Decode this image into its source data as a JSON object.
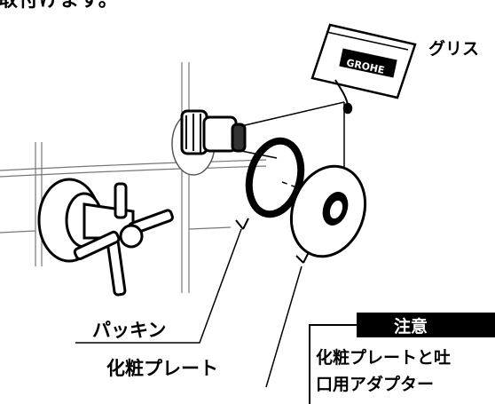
{
  "header": {
    "cut_text": "取付けます。"
  },
  "labels": {
    "grease": "グリス",
    "packing": "パッキン",
    "plate": "化粧プレート"
  },
  "caution": {
    "title": "注意",
    "line1": "化粧プレートと吐",
    "line2": "口用アダプター"
  },
  "package": {
    "brand": "GROHE"
  },
  "icons": [
    "faucet-handle-icon",
    "grease-package-icon",
    "packing-ring-icon",
    "decorative-plate-icon"
  ]
}
